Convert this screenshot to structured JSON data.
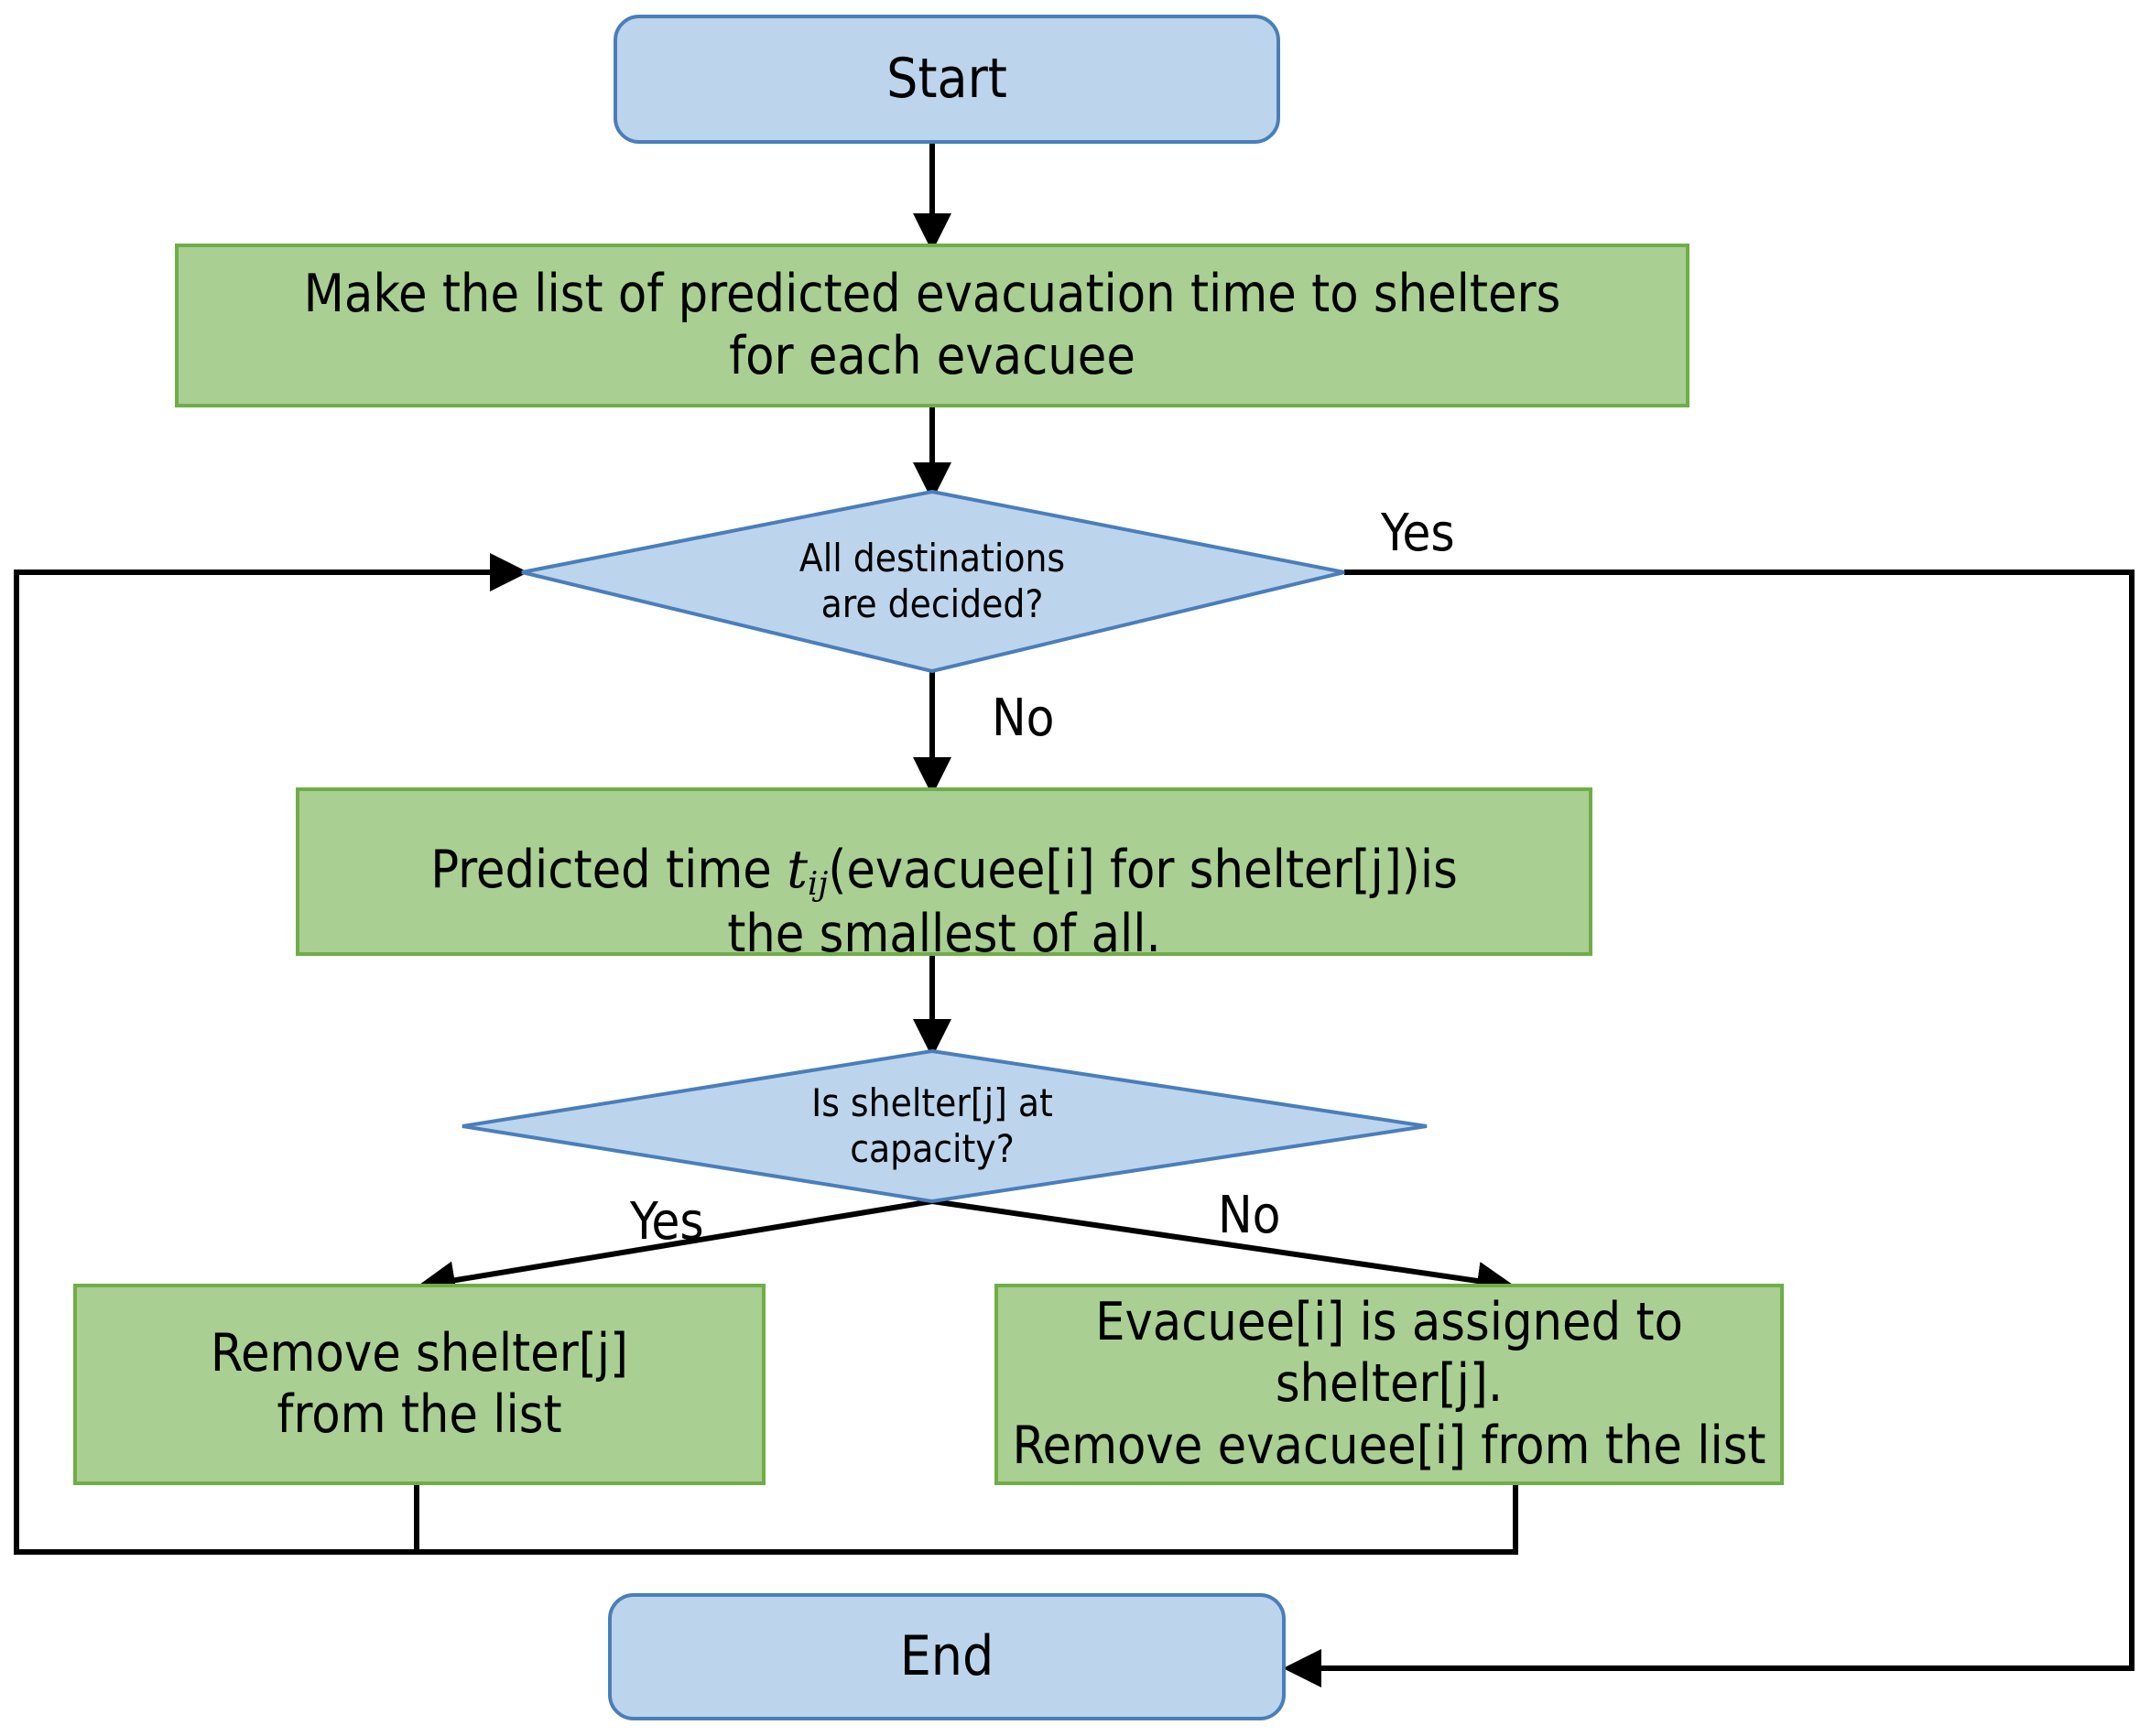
{
  "chart_data": {
    "type": "diagram",
    "diagram_kind": "flowchart",
    "title": "Evacuation shelter assignment algorithm flowchart",
    "orientation": "top-to-bottom",
    "colors": {
      "terminator_fill": "#bcd5ec",
      "terminator_stroke": "#4a7ebb",
      "decision_fill": "#bcd5ec",
      "decision_stroke": "#4a7ebb",
      "process_fill": "#a9cf93",
      "process_stroke": "#70ad47",
      "edge_stroke": "#000000",
      "background": "#ffffff",
      "text": "#000000"
    },
    "nodes": [
      {
        "id": "start",
        "shape": "terminator",
        "label": "Start"
      },
      {
        "id": "make_list",
        "shape": "process",
        "label": "Make the list of predicted evacuation time to shelters\nfor each evacuee"
      },
      {
        "id": "all_done",
        "shape": "decision",
        "label": "All destinations\nare decided?"
      },
      {
        "id": "min_time",
        "shape": "process",
        "label": "Predicted time t_ij(evacuee[i] for shelter[j])is\nthe smallest of all.",
        "label_prefix": "Predicted time ",
        "label_math_base": "t",
        "label_math_sub": "ij",
        "label_suffix": "(evacuee[i] for shelter[j])is\nthe smallest of all."
      },
      {
        "id": "at_capacity",
        "shape": "decision",
        "label": "Is shelter[j] at\ncapacity?"
      },
      {
        "id": "remove_shelter",
        "shape": "process",
        "label": "Remove shelter[j]\nfrom the list"
      },
      {
        "id": "assign",
        "shape": "process",
        "label": "Evacuee[i] is assigned to shelter[j].\nRemove evacuee[i] from the list"
      },
      {
        "id": "end",
        "shape": "terminator",
        "label": "End"
      }
    ],
    "edges": [
      {
        "from": "start",
        "to": "make_list",
        "label": ""
      },
      {
        "from": "make_list",
        "to": "all_done",
        "label": ""
      },
      {
        "from": "all_done",
        "to": "end",
        "label": "Yes"
      },
      {
        "from": "all_done",
        "to": "min_time",
        "label": "No"
      },
      {
        "from": "min_time",
        "to": "at_capacity",
        "label": ""
      },
      {
        "from": "at_capacity",
        "to": "remove_shelter",
        "label": "Yes"
      },
      {
        "from": "at_capacity",
        "to": "assign",
        "label": "No"
      },
      {
        "from": "remove_shelter",
        "to": "all_done",
        "label": ""
      },
      {
        "from": "assign",
        "to": "all_done",
        "label": ""
      }
    ],
    "edge_labels": [
      {
        "id": "yes-top",
        "text": "Yes"
      },
      {
        "id": "no-top",
        "text": "No"
      },
      {
        "id": "yes-bottom",
        "text": "Yes"
      },
      {
        "id": "no-bottom",
        "text": "No"
      }
    ]
  }
}
